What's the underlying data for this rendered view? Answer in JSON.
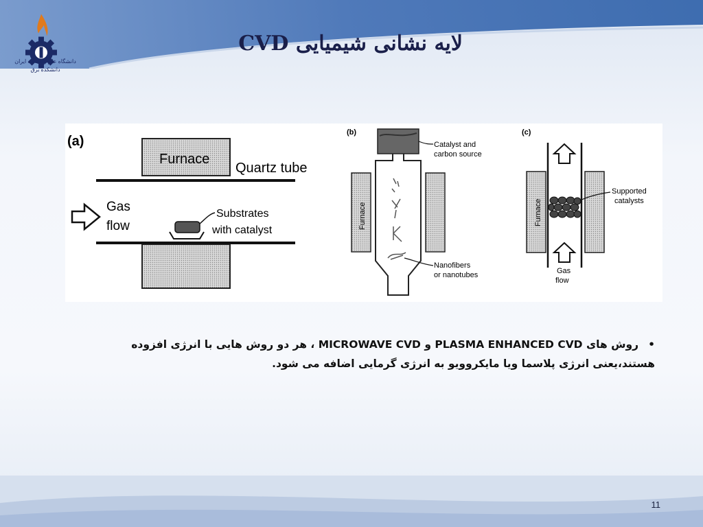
{
  "slide": {
    "title": "لایه نشانی شیمیایی CVD",
    "logo_caption_line1": "دانشگاه علم و صنعت ایران",
    "logo_caption_line2": "دانشکده برق",
    "bullet": "روش های PLASMA ENHANCED CVD و MICROWAVE CVD ، هر دو روش هایی با انرژی افزوده هستند،یعنی انرژی پلاسما ویا مایکروویو به انرژی گرمایی اضافه می شود.",
    "page_number": "11"
  },
  "figure": {
    "a": {
      "label": "(a)",
      "furnace": "Furnace",
      "quartz": "Quartz tube",
      "gas1": "Gas",
      "gas2": "flow",
      "sub1": "Substrates",
      "sub2": "with catalyst"
    },
    "b": {
      "label": "(b)",
      "cat1": "Catalyst and",
      "cat2": "carbon source",
      "furnace": "Furnace",
      "nano1": "Nanofibers",
      "nano2": "or nanotubes"
    },
    "c": {
      "label": "(c)",
      "sup1": "Supported",
      "sup2": "catalysts",
      "furnace": "Furnace",
      "gas1": "Gas",
      "gas2": "flow"
    }
  },
  "colors": {
    "title": "#1a1f4a",
    "band": "#2c5fa8"
  }
}
